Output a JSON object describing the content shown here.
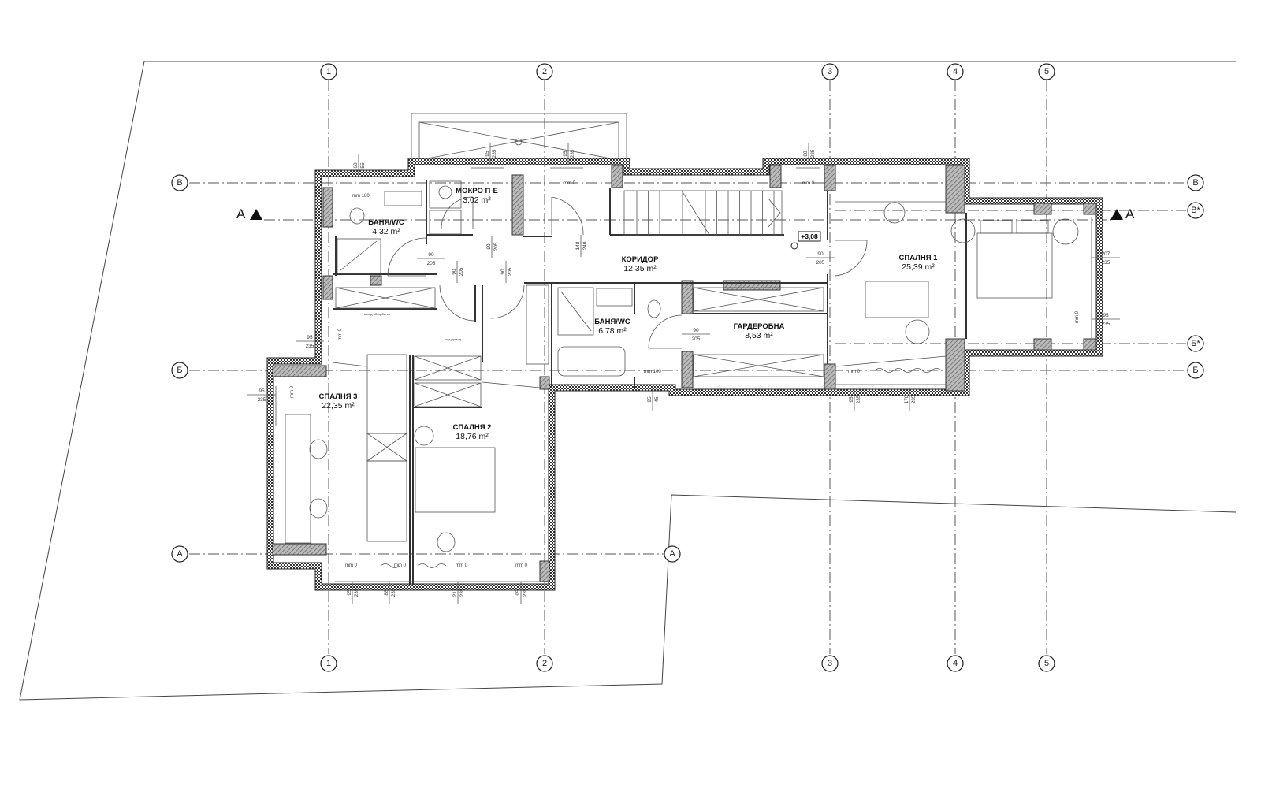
{
  "grid": {
    "columns": [
      "1",
      "2",
      "3",
      "4",
      "5"
    ],
    "rows_left": [
      "В",
      "Б",
      "А"
    ],
    "rows_right": [
      "В",
      "В*",
      "Б*",
      "Б"
    ],
    "row_a_mid": "А"
  },
  "section_mark": {
    "left": "А",
    "right": "А"
  },
  "level": "+3,08",
  "rooms": [
    {
      "name": "МОКРО П-Е",
      "area": "3,02 m²"
    },
    {
      "name": "БАНЯ/WC",
      "area": "4,32 m²"
    },
    {
      "name": "КОРИДОР",
      "area": "12,35 m²"
    },
    {
      "name": "СПАЛНЯ 1",
      "area": "25,39 m²"
    },
    {
      "name": "БАНЯ/WC",
      "area": "6,78 m²"
    },
    {
      "name": "ГАРДЕРОБНА",
      "area": "8,53 m²"
    },
    {
      "name": "СПАЛНЯ 3",
      "area": "22,35 m²"
    },
    {
      "name": "СПАЛНЯ 2",
      "area": "18,76 m²"
    }
  ],
  "dimensions": [
    {
      "top": "60",
      "bottom": "55"
    },
    {
      "top": "95",
      "bottom": "235"
    },
    {
      "top": "95",
      "bottom": "235"
    },
    {
      "top": "88",
      "bottom": "235"
    },
    {
      "top": "90",
      "bottom": "205"
    },
    {
      "top": "148",
      "bottom": "240"
    },
    {
      "top": "90",
      "bottom": "205"
    },
    {
      "top": "90",
      "bottom": "205"
    },
    {
      "top": "95",
      "bottom": "235"
    },
    {
      "top": "88",
      "bottom": "235"
    },
    {
      "top": "217",
      "bottom": "235"
    },
    {
      "top": "95",
      "bottom": "235"
    },
    {
      "top": "95",
      "bottom": "45"
    },
    {
      "top": "95",
      "bottom": "235"
    },
    {
      "top": "178",
      "bottom": "235"
    },
    {
      "top": "90",
      "bottom": "205"
    },
    {
      "top": "90",
      "bottom": "205"
    },
    {
      "top": "90",
      "bottom": "205"
    },
    {
      "top": "95",
      "bottom": "235"
    },
    {
      "top": "95",
      "bottom": "235"
    },
    {
      "top": "207",
      "bottom": "235"
    },
    {
      "top": "95",
      "bottom": "235"
    }
  ],
  "sill_notes": [
    "mm 180",
    "mm 0",
    "mm 0",
    "mm 100",
    "mm 0",
    "mm 0",
    "mm 0",
    "mm 0",
    "mm 0",
    "mm 0",
    "mm 0",
    "mm 0"
  ],
  "small_notes": [
    "изход абсорбатор",
    "щуц довод"
  ]
}
